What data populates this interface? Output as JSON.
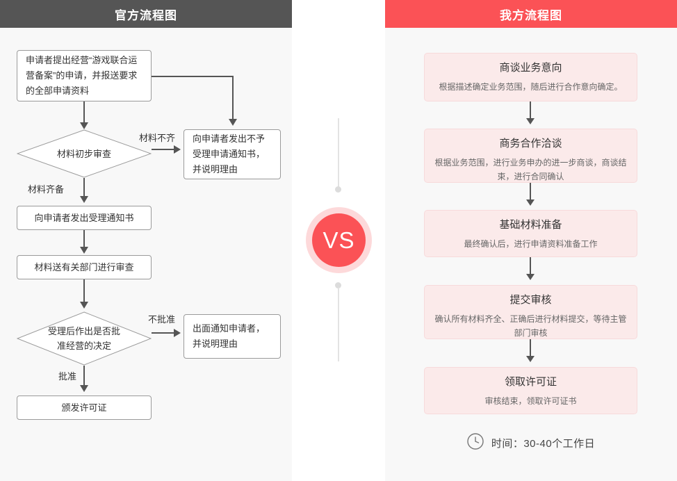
{
  "panels": {
    "left": {
      "header": "官方流程图"
    },
    "right": {
      "header": "我方流程图"
    }
  },
  "vs": {
    "label": "VS"
  },
  "official_flow": {
    "step1": "申请者提出经营“游戏联合运营备案”的申请，并报送要求的全部申请资料",
    "decision1": "材料初步审查",
    "decision1_no_label": "材料不齐",
    "decision1_yes_label": "材料齐备",
    "reject1": "向申请者发出不予受理申请通知书，并说明理由",
    "step2": "向申请者发出受理通知书",
    "step3": "材料送有关部门进行审查",
    "decision2_line1": "受理后作出是否批",
    "decision2_line2": "准经营的决定",
    "decision2_no_label": "不批准",
    "decision2_yes_label": "批准",
    "reject2": "出面通知申请者，并说明理由",
    "step4": "颁发许可证"
  },
  "our_flow": {
    "cards": [
      {
        "title": "商谈业务意向",
        "desc": "根据描述确定业务范围，随后进行合作意向确定。"
      },
      {
        "title": "商务合作洽谈",
        "desc": "根据业务范围，进行业务申办的进一步商谈，商谈结束，进行合同确认"
      },
      {
        "title": "基础材料准备",
        "desc": "最终确认后，进行申请资料准备工作"
      },
      {
        "title": "提交审核",
        "desc": "确认所有材料齐全、正确后进行材料提交，等待主管部门审核"
      },
      {
        "title": "领取许可证",
        "desc": "审核结束，领取许可证书"
      }
    ],
    "time_icon": "clock-icon",
    "time_text": "时间：30-40个工作日"
  },
  "colors": {
    "official_header_bg": "#555555",
    "ours_header_bg": "#fb5256",
    "panel_bg": "#f8f8f8",
    "card_bg": "#fbeaea",
    "card_border": "#f7dadb",
    "vs_ring": "#fdd9da",
    "vs_circle": "#fb5256",
    "connector": "#555555"
  }
}
